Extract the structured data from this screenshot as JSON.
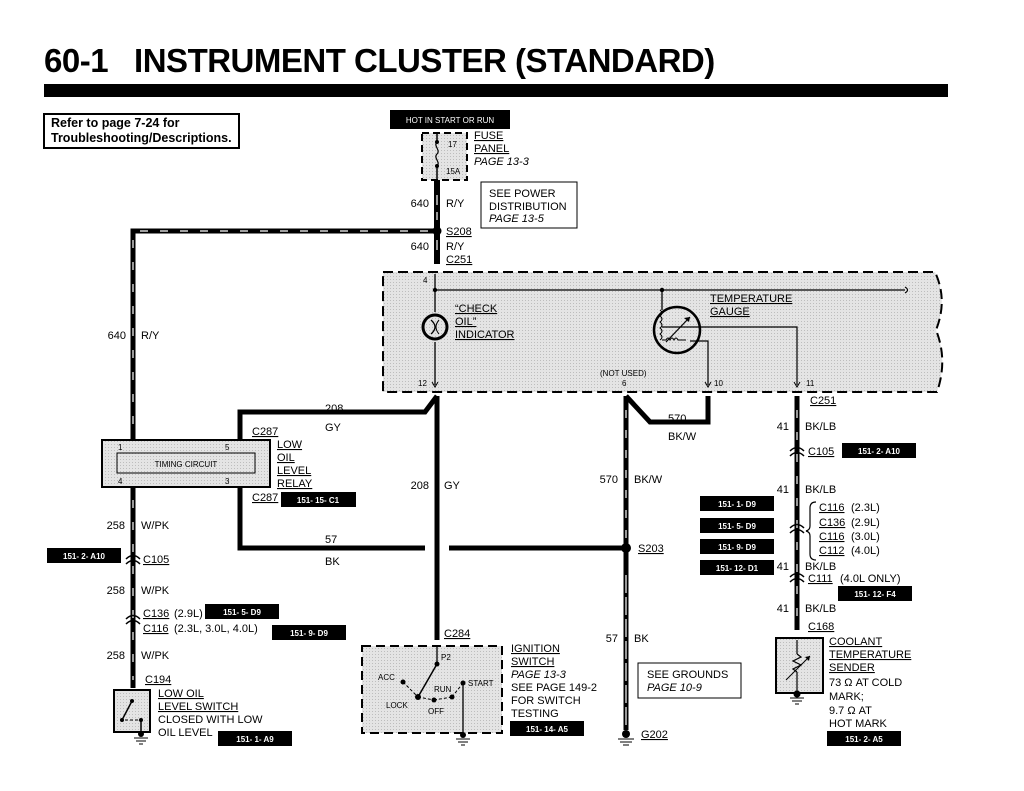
{
  "page": {
    "title": "60-1   INSTRUMENT CLUSTER (STANDARD)",
    "reference_note": [
      "Refer to page 7-24 for",
      "Troubleshooting/Descriptions."
    ]
  },
  "power": {
    "hot_label": "HOT IN START OR RUN",
    "fuse_number": "17",
    "fuse_rating": "15A",
    "fuse_panel": [
      "FUSE",
      "PANEL"
    ],
    "fuse_panel_page": "PAGE 13-3",
    "power_distribution": [
      "SEE POWER",
      "DISTRIBUTION"
    ],
    "power_distribution_page": "PAGE 13-5"
  },
  "connectors": {
    "s208": "S208",
    "c251_top": "C251",
    "c251_bottom": "C251",
    "c287_top": "C287",
    "c287_bottom": "C287",
    "c105_left": "C105",
    "c136_left": "C136",
    "c136_left_note": "(2.9L)",
    "c116_left": "C116",
    "c116_left_note": "(2.3L, 3.0L, 4.0L)",
    "c194": "C194",
    "c284": "C284",
    "s203": "S203",
    "g202": "G202",
    "c105_right": "C105",
    "c116_a": "C116",
    "c116_a_note": "(2.3L)",
    "c136_right": "C136",
    "c136_right_note": "(2.9L)",
    "c116_b": "C116",
    "c116_b_note": "(3.0L)",
    "c112": "C112",
    "c112_note": "(4.0L)",
    "c111": "C111",
    "c111_note": "(4.0L ONLY)",
    "c168": "C168"
  },
  "wires": {
    "w640_a_num": "640",
    "w640_a_color": "R/Y",
    "w640_b_num": "640",
    "w640_b_color": "R/Y",
    "w640_c_num": "640",
    "w640_c_color": "R/Y",
    "w208_top_num": "208",
    "w208_top_color": "GY",
    "w208_mid_num": "208",
    "w208_mid_color": "GY",
    "w258_a_num": "258",
    "w258_a_color": "W/PK",
    "w258_b_num": "258",
    "w258_b_color": "W/PK",
    "w258_c_num": "258",
    "w258_c_color": "W/PK",
    "w57_a_num": "57",
    "w57_a_color": "BK",
    "w57_b_num": "57",
    "w57_b_color": "BK",
    "w570_a_num": "570",
    "w570_a_color": "BK/W",
    "w570_b_num": "570",
    "w570_b_color": "BK/W",
    "w41_a_num": "41",
    "w41_a_color": "BK/LB",
    "w41_b_num": "41",
    "w41_b_color": "BK/LB",
    "w41_c_num": "41",
    "w41_c_color": "BK/LB",
    "w41_d_num": "41",
    "w41_d_color": "BK/LB"
  },
  "cluster": {
    "pin_4": "4",
    "pin_12": "12",
    "pin_6": "6",
    "pin_10": "10",
    "pin_11": "11",
    "not_used": "(NOT USED)",
    "check_oil": [
      "“CHECK",
      "OIL”",
      "INDICATOR"
    ],
    "temp_gauge": [
      "TEMPERATURE",
      "GAUGE"
    ]
  },
  "relay": {
    "name": [
      "LOW",
      "OIL",
      "LEVEL",
      "RELAY"
    ],
    "timing_circuit": "TIMING CIRCUIT",
    "pin_1": "1",
    "pin_5": "5",
    "pin_4": "4",
    "pin_3": "3"
  },
  "oil_switch": {
    "name": [
      "LOW OIL",
      "LEVEL SWITCH"
    ],
    "desc": [
      "CLOSED WITH LOW",
      "OIL LEVEL"
    ]
  },
  "ignition": {
    "name": [
      "IGNITION",
      "SWITCH"
    ],
    "page": "PAGE 13-3",
    "see": "SEE PAGE 149-2",
    "testing": [
      "FOR SWITCH",
      "TESTING"
    ],
    "positions": {
      "acc": "ACC",
      "lock": "LOCK",
      "off": "OFF",
      "run": "RUN",
      "start": "START",
      "p2": "P2"
    }
  },
  "grounds": {
    "see": "SEE GROUNDS",
    "page": "PAGE 10-9"
  },
  "sender": {
    "name": [
      "COOLANT",
      "TEMPERATURE",
      "SENDER"
    ],
    "spec": [
      "73 Ω AT COLD",
      "MARK;",
      "9.7 Ω AT",
      "HOT MARK"
    ]
  },
  "badges": {
    "relay_c1": "151-  15-  C1",
    "c105_left": "151-  2-  A10",
    "c136_left": "151-  5-  D9",
    "c116_left": "151-  9-  D9",
    "oil_switch": "151-  1-  A9",
    "ignition": "151-  14-  A5",
    "c105_right": "151-  2-  A10",
    "d9_1": "151-  1-  D9",
    "d9_5": "151-  5-  D9",
    "d9_9": "151-  9-  D9",
    "d1_12": "151-  12-  D1",
    "c111": "151-  12-  F4",
    "sender": "151-  2-  A5"
  }
}
